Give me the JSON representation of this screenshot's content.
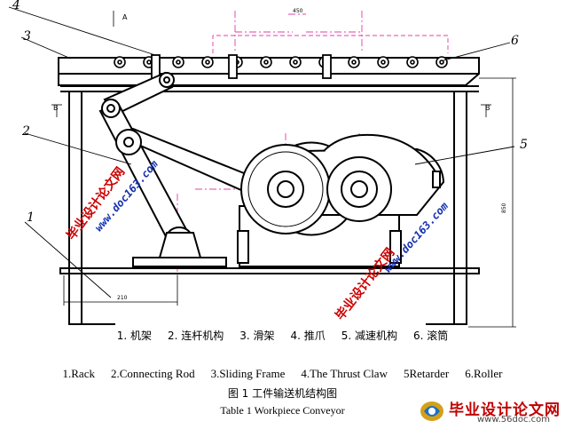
{
  "drawing": {
    "part_numbers": [
      "1",
      "2",
      "3",
      "4",
      "5",
      "6"
    ],
    "section_marks": [
      "A",
      "B",
      "B"
    ],
    "dim_labels": [
      "450",
      "210",
      "850"
    ]
  },
  "caption": {
    "zh_items": [
      "1. 机架",
      "2. 连杆机构",
      "3. 滑架",
      "4. 推爪",
      "5. 减速机构",
      "6. 滚筒"
    ],
    "en_items": [
      "1.Rack",
      "2.Connecting Rod",
      "3.Sliding Frame",
      "4.The Thrust Claw",
      "5Retarder",
      "6.Roller"
    ],
    "figure_zh": "图 1    工件输送机结构图",
    "table_en": "Table 1     Workpiece Conveyor"
  },
  "watermarks": {
    "zh": "毕业设计论文网",
    "url": "www.doc163.com"
  },
  "logo": {
    "text": "毕业设计论文网",
    "url": "www.56doc.com"
  },
  "colors": {
    "line": "#000000",
    "center_line": "#e0008a",
    "watermark_red": "#cc0000",
    "watermark_blue": "#1530b0"
  }
}
